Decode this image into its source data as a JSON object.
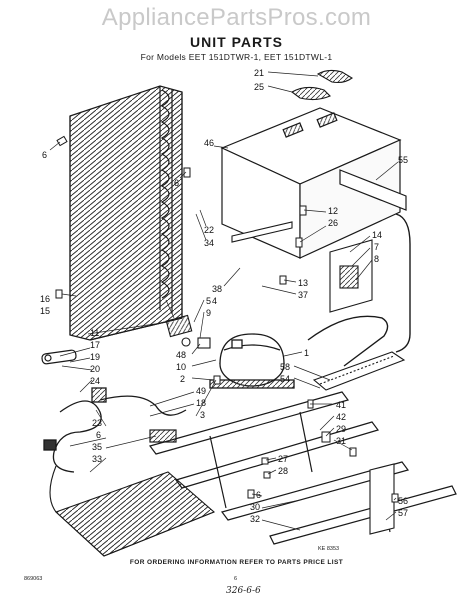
{
  "watermark": "AppliancePartsPros.com",
  "title": "UNIT PARTS",
  "subtitle": "For Models EET 151DTWR-1, EET 151DTWL-1",
  "footer": "FOR ORDERING INFORMATION REFER TO PARTS PRICE LIST",
  "diagram_code": "KE 8353",
  "ref_code": "869063",
  "page_number": "6",
  "handwritten_note": "326-6-6",
  "callouts": [
    {
      "id": "c21",
      "label": "21"
    },
    {
      "id": "c25",
      "label": "25"
    },
    {
      "id": "c6a",
      "label": "6"
    },
    {
      "id": "c46",
      "label": "46"
    },
    {
      "id": "c55",
      "label": "55"
    },
    {
      "id": "c6b",
      "label": "6"
    },
    {
      "id": "c12",
      "label": "12"
    },
    {
      "id": "c26",
      "label": "26"
    },
    {
      "id": "c22",
      "label": "22"
    },
    {
      "id": "c34",
      "label": "34"
    },
    {
      "id": "c14",
      "label": "14"
    },
    {
      "id": "c7",
      "label": "7"
    },
    {
      "id": "c8",
      "label": "8"
    },
    {
      "id": "c13",
      "label": "13"
    },
    {
      "id": "c37",
      "label": "37"
    },
    {
      "id": "c38",
      "label": "38"
    },
    {
      "id": "c4",
      "label": "4"
    },
    {
      "id": "c5",
      "label": "5"
    },
    {
      "id": "c9",
      "label": "9"
    },
    {
      "id": "c16",
      "label": "16"
    },
    {
      "id": "c15",
      "label": "15"
    },
    {
      "id": "c11",
      "label": "11"
    },
    {
      "id": "c17",
      "label": "17"
    },
    {
      "id": "c19",
      "label": "19"
    },
    {
      "id": "c20",
      "label": "20"
    },
    {
      "id": "c24",
      "label": "24"
    },
    {
      "id": "c48",
      "label": "48"
    },
    {
      "id": "c10",
      "label": "10"
    },
    {
      "id": "c2",
      "label": "2"
    },
    {
      "id": "c1",
      "label": "1"
    },
    {
      "id": "c58",
      "label": "58"
    },
    {
      "id": "c54",
      "label": "54"
    },
    {
      "id": "c49",
      "label": "49"
    },
    {
      "id": "c18",
      "label": "18"
    },
    {
      "id": "c3",
      "label": "3"
    },
    {
      "id": "c41",
      "label": "41"
    },
    {
      "id": "c42",
      "label": "42"
    },
    {
      "id": "c29",
      "label": "29"
    },
    {
      "id": "c31",
      "label": "31"
    },
    {
      "id": "c23",
      "label": "23"
    },
    {
      "id": "c6c",
      "label": "6"
    },
    {
      "id": "c35",
      "label": "35"
    },
    {
      "id": "c33",
      "label": "33"
    },
    {
      "id": "c27",
      "label": "27"
    },
    {
      "id": "c28",
      "label": "28"
    },
    {
      "id": "c6d",
      "label": "6"
    },
    {
      "id": "c30",
      "label": "30"
    },
    {
      "id": "c32",
      "label": "32"
    },
    {
      "id": "c56",
      "label": "56"
    },
    {
      "id": "c57",
      "label": "57"
    }
  ]
}
